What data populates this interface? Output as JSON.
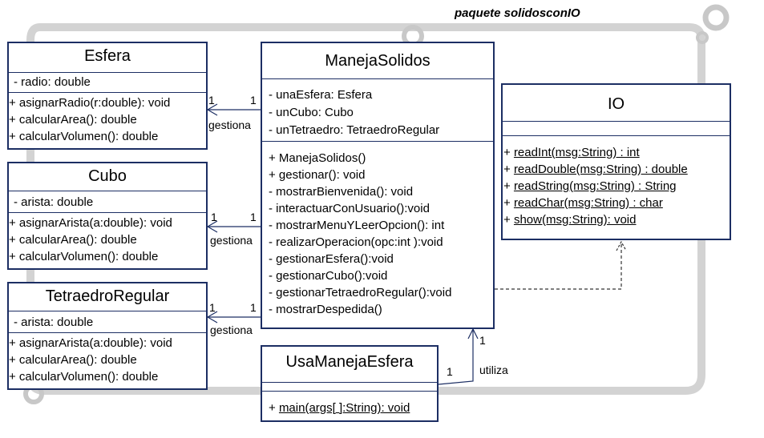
{
  "package": {
    "title": "paquete solidosconIO"
  },
  "classes": {
    "esfera": {
      "name": "Esfera",
      "attributes": [
        "- radio: double"
      ],
      "operations": [
        "+ asignarRadio(r:double): void",
        "+ calcularArea(): double",
        "+ calcularVolumen(): double"
      ]
    },
    "cubo": {
      "name": "Cubo",
      "attributes": [
        "- arista: double"
      ],
      "operations": [
        "+ asignarArista(a:double): void",
        "+ calcularArea(): double",
        "+ calcularVolumen(): double"
      ]
    },
    "tetraedro": {
      "name": "TetraedroRegular",
      "attributes": [
        "- arista: double"
      ],
      "operations": [
        "+ asignarArista(a:double): void",
        "+ calcularArea(): double",
        "+ calcularVolumen(): double"
      ]
    },
    "maneja": {
      "name": "ManejaSolidos",
      "attributes": [
        "- unaEsfera: Esfera",
        "- unCubo: Cubo",
        "- unTetraedro: TetraedroRegular"
      ],
      "operations": [
        "+ ManejaSolidos()",
        "+ gestionar(): void",
        "- mostrarBienvenida(): void",
        "- interactuarConUsuario():void",
        "- mostrarMenuYLeerOpcion(): int",
        "- realizarOperacion(opc:int ):void",
        "- gestionarEsfera():void",
        "- gestionarCubo():void",
        "- gestionarTetraedroRegular():void",
        "- mostrarDespedida()"
      ]
    },
    "io": {
      "name": "IO",
      "operations": [
        {
          "prefix": "+ ",
          "text": "readInt(msg:String) : int"
        },
        {
          "prefix": "+ ",
          "text": "readDouble(msg:String) : double"
        },
        {
          "prefix": "+ ",
          "text": "readString(msg:String) : String"
        },
        {
          "prefix": "+ ",
          "text": "readChar(msg:String) : char"
        },
        {
          "prefix": "+ ",
          "text": "show(msg:String): void"
        }
      ]
    },
    "usa": {
      "name": "UsaManejaEsfera",
      "operations": [
        {
          "prefix": "+ ",
          "text": "main(args[ ]:String): void"
        }
      ]
    }
  },
  "relations": {
    "esfera": {
      "label": "gestiona",
      "mult_left": "1",
      "mult_right": "1"
    },
    "cubo": {
      "label": "gestiona",
      "mult_left": "1",
      "mult_right": "1"
    },
    "tetraedro": {
      "label": "gestiona",
      "mult_left": "1",
      "mult_right": "1"
    },
    "usa": {
      "label": "utiliza",
      "mult_source": "1",
      "mult_target": "1"
    }
  },
  "colors": {
    "border": "#1c2e63",
    "package_frame": "#d3d3d3"
  }
}
